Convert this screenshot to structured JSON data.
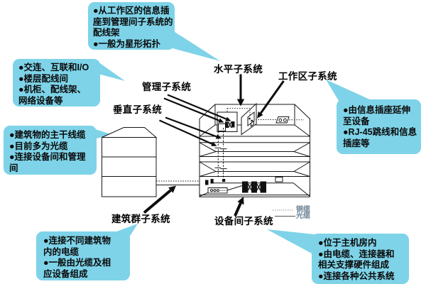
{
  "diagram": {
    "kind": "structured-cabling-subsystems",
    "background": "#ffffff"
  },
  "labels": {
    "horizontal": "水平子系统",
    "workarea": "工作区子系统",
    "management": "管理子系统",
    "vertical": "垂直子系统",
    "campus": "建筑群子系统",
    "equipment": "设备间子系统"
  },
  "callouts": {
    "top": "●从工作区的信息插\n座到管理间子系统的\n配线架\n●一般为星形拓扑",
    "left_top": "●交连、互联和I/O\n●楼层配线间\n●机柜、配线架、\n网络设备等",
    "left_mid": "●建筑物的主干线缆\n●目前多为光缆\n●连接设备间和管理\n间",
    "right": "●由信息插座延伸\n至设备\n●RJ-45跳线和信息\n插座等",
    "bottom_left": "●连接不同建筑物\n内的电缆\n●一般由光缆及相\n应设备组成",
    "bottom_right": "●位于主机房内\n●由电缆、连接器和\n相关支撑硬件组成\n●连接各种公共系统"
  },
  "legend": {
    "copper": "铜缆",
    "fiber": "光缆"
  },
  "colors": {
    "callout_fill": "#7ED3E8",
    "line": "#1a1a1a",
    "legend_text": "#6e8598"
  }
}
